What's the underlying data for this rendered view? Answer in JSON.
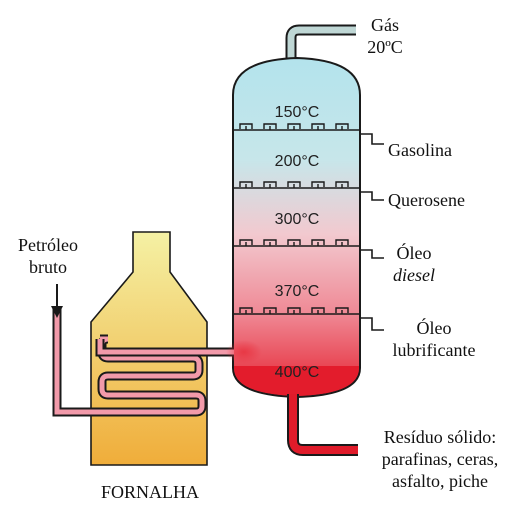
{
  "furnace": {
    "label": "FORNALHA",
    "input_label_line1": "Petróleo",
    "input_label_line2": "bruto"
  },
  "column": {
    "trays": [
      {
        "temperature": "150°C"
      },
      {
        "temperature": "200°C"
      },
      {
        "temperature": "300°C"
      },
      {
        "temperature": "370°C"
      },
      {
        "temperature": "400°C"
      }
    ]
  },
  "products": {
    "gas_line1": "Gás",
    "gas_line2": "20ºC",
    "gasoline": "Gasolina",
    "kerosene": "Querosene",
    "diesel_line1": "Óleo",
    "diesel_line2": "diesel",
    "lubricant_line1": "Óleo",
    "lubricant_line2": "lubrificante",
    "residue_line1": "Resíduo sólido:",
    "residue_line2": "parafinas, ceras,",
    "residue_line3": "asfalto, piche"
  },
  "colors": {
    "column_top": "#b9e6ee",
    "column_mid": "#f2c9cf",
    "column_bottom": "#e8283a",
    "pipe_gray": "#bfd7d5",
    "pipe_red": "#e01b2a",
    "furnace_top": "#f3ee9d",
    "furnace_bottom": "#f1b441",
    "coil_pink": "#f29aaa",
    "outline": "#1a1a1a"
  }
}
